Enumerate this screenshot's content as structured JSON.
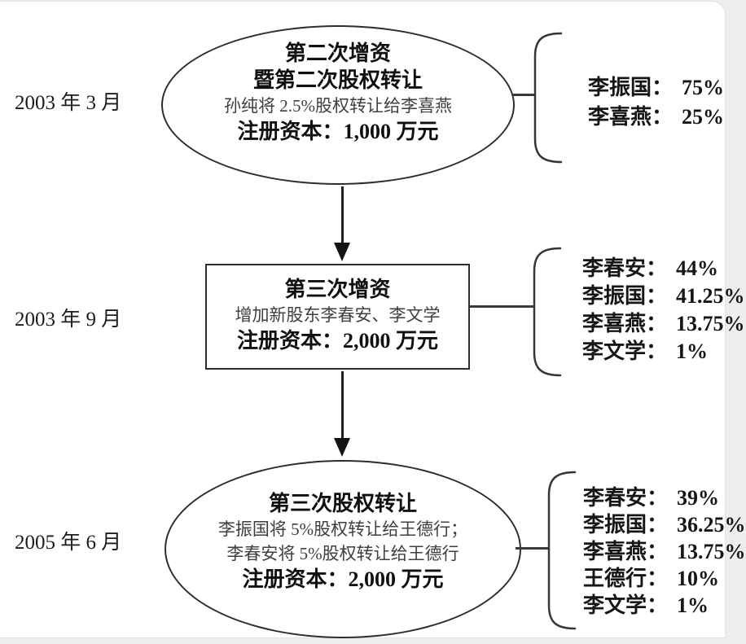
{
  "colors": {
    "stroke": "#2d2d2d",
    "title_text": "#101010",
    "detail_text": "#3f3f3f",
    "page_background": "#ffffff",
    "outer_background": "#ededed"
  },
  "stages": [
    {
      "date": "2003 年 3 月",
      "shape": "ellipse",
      "node": {
        "title1": "第二次增资",
        "title2": "暨第二次股权转让",
        "detail1": "孙纯将 2.5%股权转让给李喜燕",
        "capital": "注册资本：1,000 万元"
      },
      "shareholders": [
        {
          "name": "李振国：",
          "pct": "75%"
        },
        {
          "name": "李喜燕：",
          "pct": "25%"
        }
      ]
    },
    {
      "date": "2003 年 9 月",
      "shape": "rectangle",
      "node": {
        "title1": "第三次增资",
        "detail1": "增加新股东李春安、李文学",
        "capital": "注册资本：2,000 万元"
      },
      "shareholders": [
        {
          "name": "李春安：",
          "pct": "44%"
        },
        {
          "name": "李振国：",
          "pct": "41.25%"
        },
        {
          "name": "李喜燕：",
          "pct": "13.75%"
        },
        {
          "name": "李文学：",
          "pct": "1%"
        }
      ]
    },
    {
      "date": "2005 年 6 月",
      "shape": "ellipse",
      "node": {
        "title1": "第三次股权转让",
        "detail1": "李振国将 5%股权转让给王德行；",
        "detail2": "李春安将 5%股权转让给王德行",
        "capital": "注册资本：2,000 万元"
      },
      "shareholders": [
        {
          "name": "李春安：",
          "pct": "39%"
        },
        {
          "name": "李振国：",
          "pct": "36.25%"
        },
        {
          "name": "李喜燕：",
          "pct": "13.75%"
        },
        {
          "name": "王德行：",
          "pct": "10%"
        },
        {
          "name": "李文学：",
          "pct": "1%"
        }
      ]
    }
  ]
}
